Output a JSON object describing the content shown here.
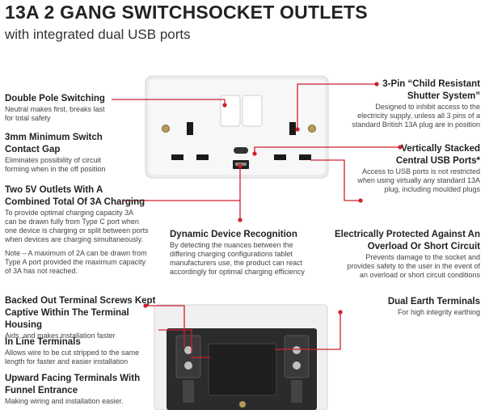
{
  "header": {
    "title": "13A 2 GANG SWITCHSOCKET OUTLETS",
    "subtitle": "with integrated dual USB ports"
  },
  "features": {
    "double_pole": {
      "heading": "Double Pole Switching",
      "body": [
        "Neutral makes first, breaks last",
        "for total safety"
      ]
    },
    "min_switch": {
      "heading": [
        "3mm Minimum Switch",
        "Contact Gap"
      ],
      "body": [
        "Eliminates possibility of circuit",
        "forming when in the off position"
      ]
    },
    "usb_outlets": {
      "heading": [
        "Two 5V Outlets With A",
        "Combined Total Of 3A Charging"
      ],
      "body": [
        "To provide optimal charging capacity 3A",
        "can be drawn fully from Type C port when",
        "one device is charging or split between ports",
        "when devices are charging simultaneously."
      ],
      "note": [
        "Note – A maximum of 2A can be drawn from",
        "Type A port provided the maximum capacity",
        "of 3A has not reached."
      ]
    },
    "dynamic": {
      "heading": "Dynamic Device Recognition",
      "body": [
        "By detecting the nuances between the",
        "differing charging configurations tablet",
        "manufacturers use, the product can react",
        "accordingly for optimal charging efficiency"
      ]
    },
    "child_shutter": {
      "heading": [
        "3-Pin “Child Resistant",
        "Shutter System”"
      ],
      "body": [
        "Designed to inhibit access to the",
        "electricity supply, unless all 3 pins of a",
        "standard British 13A plug are in position"
      ]
    },
    "usb_stacked": {
      "heading": [
        "Vertically Stacked",
        "Central USB Ports*"
      ],
      "body": [
        "Access to USB ports is not restricted",
        "when using virtually any standard 13A",
        "plug, including moulded plugs"
      ]
    },
    "protected": {
      "heading": [
        "Electrically Protected Against An",
        "Overload Or Short Circuit"
      ],
      "body": [
        "Prevents damage to the socket and",
        "provides safety to the user in the event of",
        "an overload or short circuit conditions"
      ]
    },
    "terminal_screws": {
      "heading": [
        "Backed Out Terminal Screws Kept",
        "Captive Within The Terminal Housing"
      ],
      "body": [
        "Aids, and makes installation faster"
      ]
    },
    "inline": {
      "heading": "In Line Terminals",
      "body": [
        "Allows wire to be cut stripped to the same",
        "length for faster and easier installation"
      ]
    },
    "upward": {
      "heading": [
        "Upward Facing Terminals With",
        "Funnel Entrance"
      ],
      "body": [
        "Making wiring and installation easier."
      ]
    },
    "dual_earth": {
      "heading": "Dual Earth Terminals",
      "body": [
        "For high integrity earthing"
      ]
    }
  },
  "colors": {
    "accent": "#d0202f",
    "faceplate": "#f4f4f4",
    "rear_body": "#2b2b2b"
  }
}
